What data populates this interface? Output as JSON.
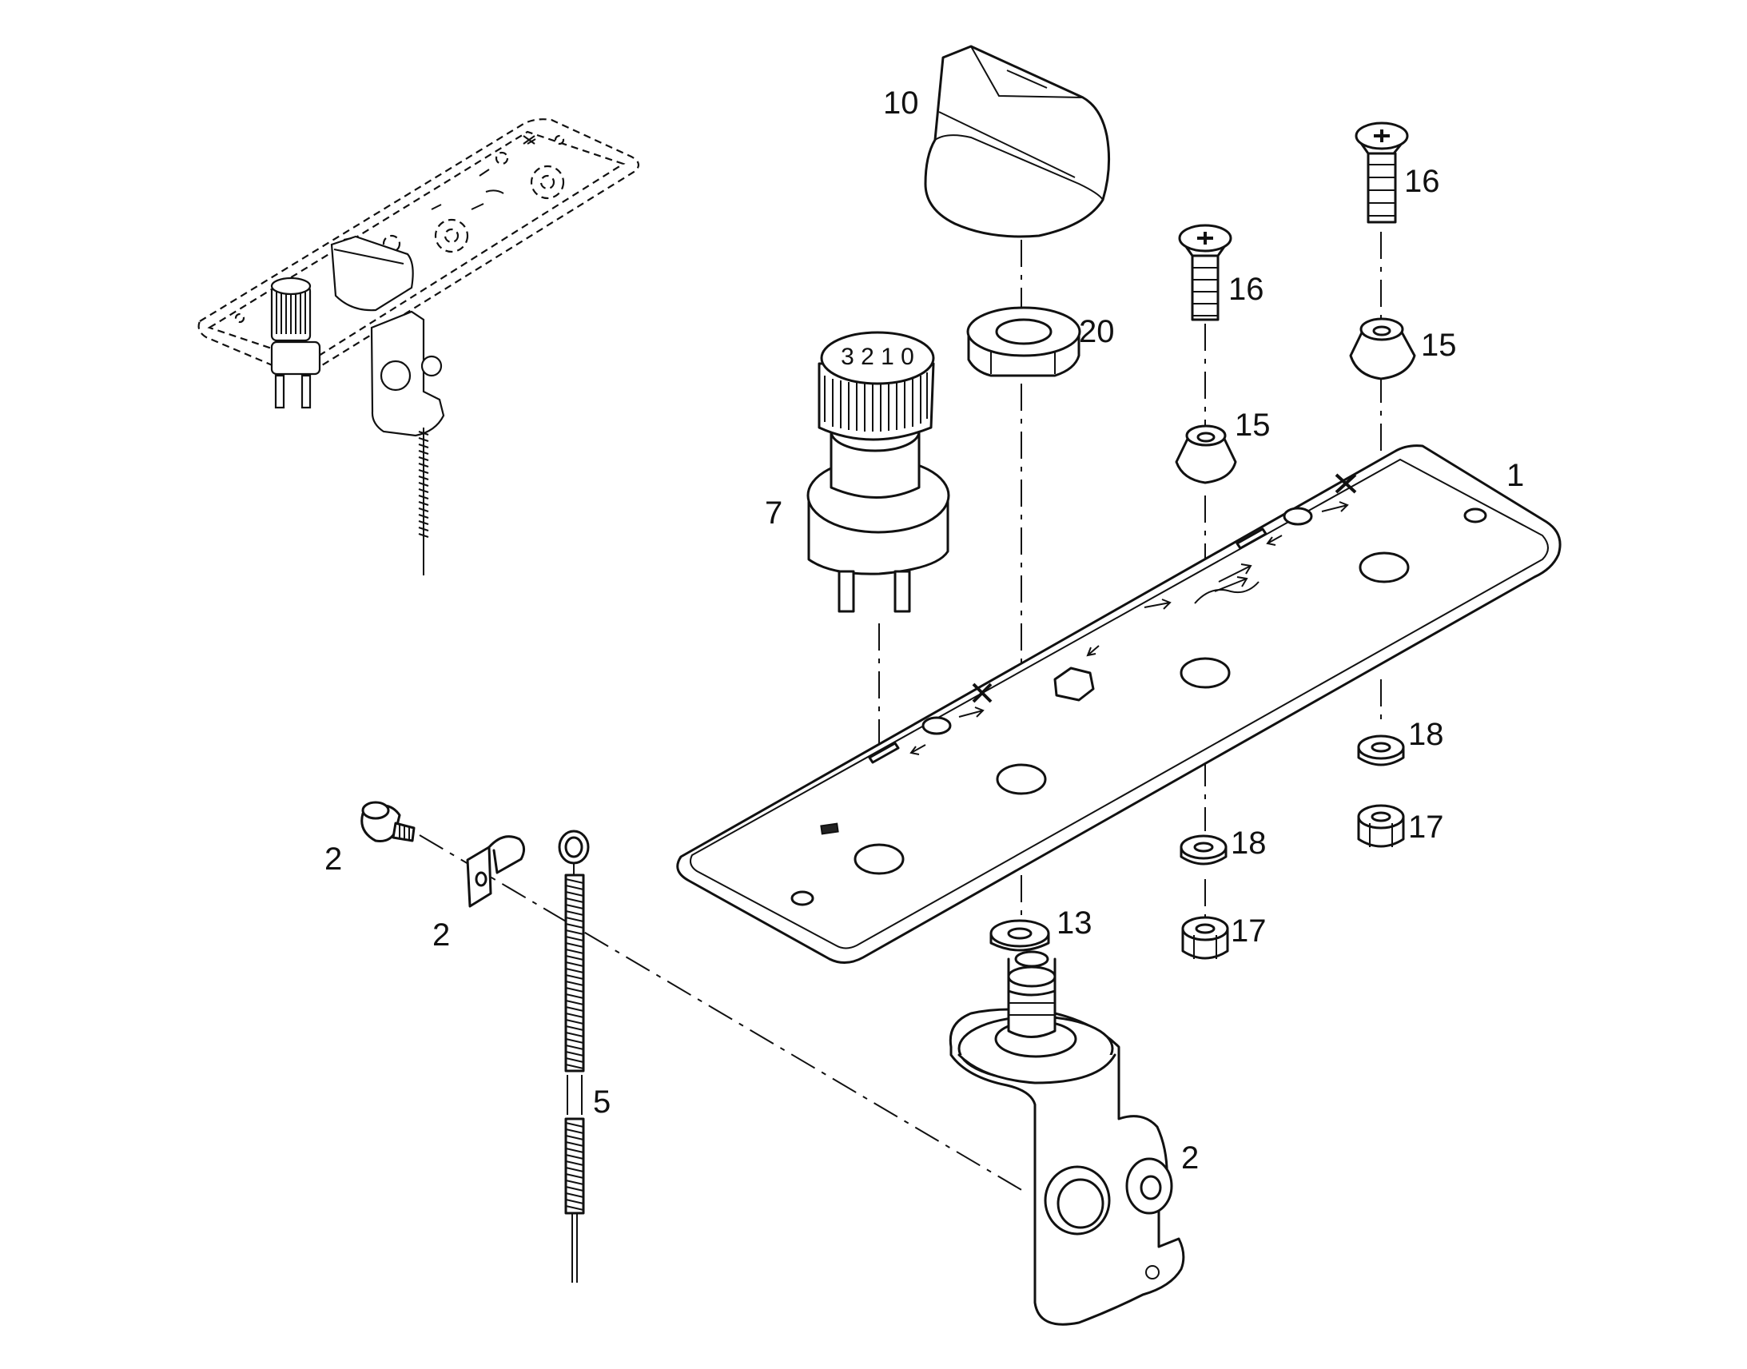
{
  "callouts": {
    "c10": "10",
    "c16a": "16",
    "c16b": "16",
    "c20": "20",
    "c15a": "15",
    "c15b": "15",
    "c1": "1",
    "c7": "7",
    "c18a": "18",
    "c18b": "18",
    "c17a": "17",
    "c17b": "17",
    "c13": "13",
    "c2a": "2",
    "c2b": "2",
    "c2c": "2",
    "c5": "5"
  },
  "knob_marking": "3 2 1 0"
}
